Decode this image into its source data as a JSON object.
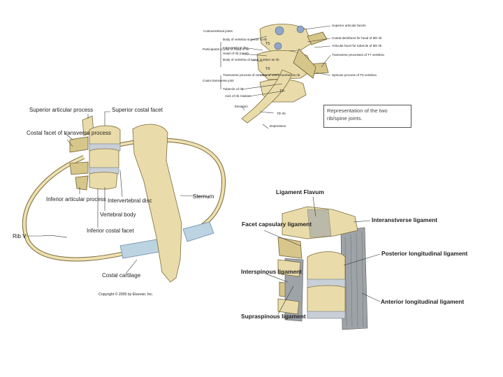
{
  "diagram_top": {
    "labels_left": [
      "Costovertebral joints",
      "Body of vertebra superior to rib",
      "Participants in joint of head of rib",
      "Intervertebral disc",
      "Head of rib (crest)",
      "Body of vertebra of same number as rib",
      "Costo-transverse joint",
      "Transverse process of vertebra of same number as rib",
      "Tubercle of rib",
      "Axis of rib rotation"
    ],
    "labels_right": [
      "Superior articular facets",
      "Costal demifacet for head of 6th rib",
      "Articular facet for tubercle of 6th rib",
      "Transverse processes of T7 vertebra",
      "Spinous process of T6 vertebra"
    ],
    "labels_bottom": [
      "Elevation",
      "7th rib",
      "Depression"
    ],
    "vertebra_marks": [
      "T5",
      "T6",
      "T7"
    ]
  },
  "caption": "Representation of the two rib/spine joints.",
  "diagram_left": {
    "labels": {
      "superior_articular": "Superior articular process",
      "superior_costal": "Superior costal facet",
      "costal_facet_transverse": "Costal facet of transverse process",
      "inferior_articular": "Inferior articular process",
      "intervertebral_disc": "Intervertebral disc",
      "sternum": "Sternum",
      "vertebral_body": "Vertebral body",
      "inferior_costal": "Inferior costal facet",
      "rib": "Rib V",
      "costal_cartilage": "Costal cartilage",
      "copyright": "Copyright © 2005 by Elsevier, Inc."
    }
  },
  "diagram_right": {
    "labels": {
      "ligament_flavum": "Ligament Flavum",
      "interanstverse": "Interanstverse ligament",
      "facet_capsulary": "Facet capsulary ligament",
      "posterior_long": "Posterior longitudinal ligament",
      "interspinous": "Interspinous ligament",
      "anterior_long": "Anterior longitudinal ligament",
      "supraspinous": "Supraspinous ligament"
    }
  },
  "colors": {
    "bone": "#e9dcaa",
    "disc": "#c9cfd6",
    "cartilage": "#bcd3e2",
    "ligament": "#9ea3a8"
  }
}
